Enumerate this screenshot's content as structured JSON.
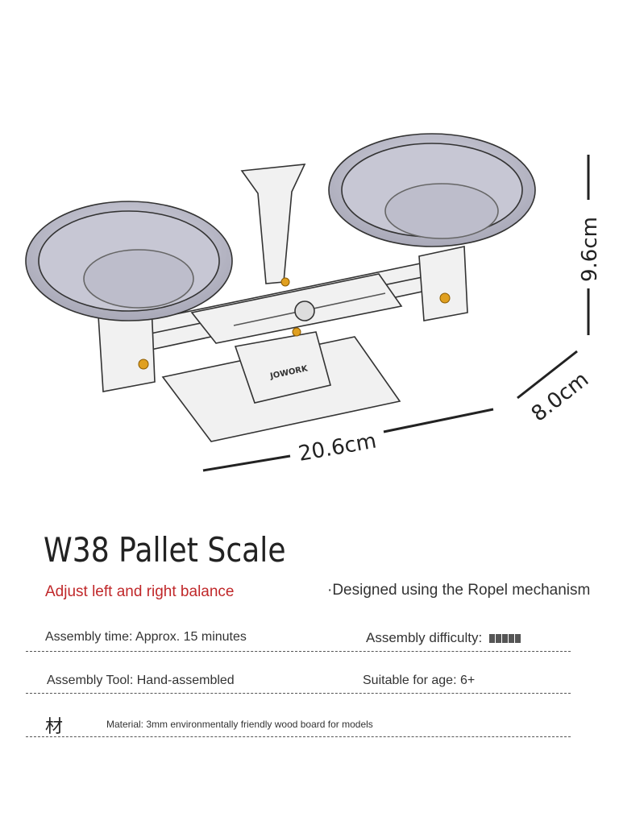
{
  "illustration": {
    "brand": "JOWORK",
    "dimensions": {
      "width": "20.6cm",
      "depth": "8.0cm",
      "height": "9.6cm"
    }
  },
  "product": {
    "title": "W38 Pallet Scale",
    "feature_red": "Adjust left and right balance",
    "feature_right": "·Designed using the Ropel mechanism"
  },
  "specs": {
    "assembly_time": "Assembly time: Approx. 15 minutes",
    "difficulty_label": "Assembly difficulty:",
    "difficulty_stars": 5,
    "tool": "Assembly Tool: Hand-assembled",
    "age": "Suitable for age: 6+",
    "material_icon": "材",
    "material": "Material: 3mm environmentally friendly wood board for models"
  }
}
